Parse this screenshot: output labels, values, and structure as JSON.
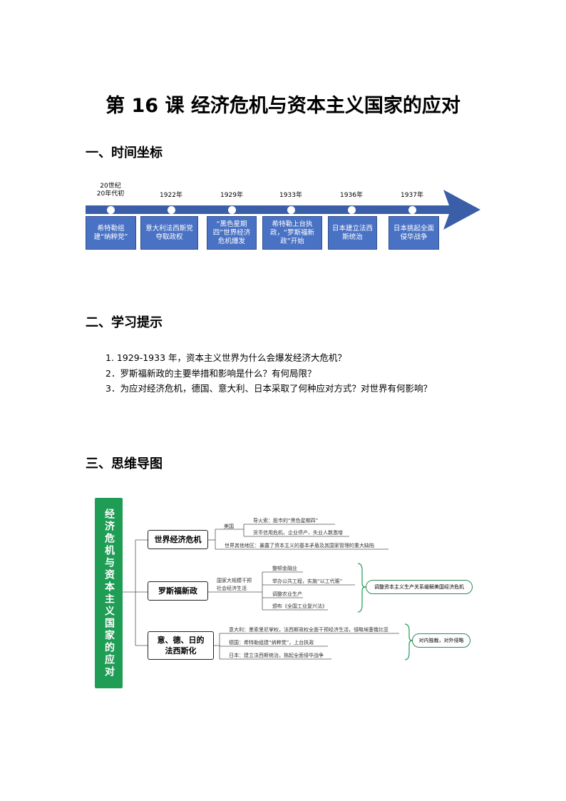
{
  "title": "第 16 课  经济危机与资本主义国家的应对",
  "sections": {
    "s1": "一、时间坐标",
    "s2": "二、学习提示",
    "s3": "三、思维导图"
  },
  "timeline": [
    {
      "year": "20世纪",
      "year2": "20年代初",
      "event": "希特勒组建“纳粹党”"
    },
    {
      "year": "1922年",
      "event": "意大利法西斯党夺取政权"
    },
    {
      "year": "1929年",
      "event": "“黑色星期四”世界经济危机爆发"
    },
    {
      "year": "1933年",
      "event": "希特勒上台执政，“罗斯福新政”开始"
    },
    {
      "year": "1936年",
      "event": "日本建立法西斯统治"
    },
    {
      "year": "1937年",
      "event": "日本挑起全面侵华战争"
    }
  ],
  "questions": [
    "1. 1929-1933 年，资本主义世界为什么会爆发经济大危机？",
    "2．罗斯福新政的主要举措和影响是什么？有何局限？",
    "3．为应对经济危机，德国、意大利、日本采取了何种应对方式？对世界有何影响？"
  ],
  "mindmap": {
    "root": "经济危机与资本主义国家的应对",
    "b1": {
      "label": "世界经济危机",
      "sub": "美国",
      "i1": "导火索：股市的“黑色星期四”",
      "i2": "货币信用危机、企业停产、失业人数激增",
      "i3": "世界其他地区：暴露了资本主义的基本矛盾及其国家管理的重大缺陷"
    },
    "b2": {
      "label": "罗斯福新政",
      "sub1": "国家大规模干预",
      "sub2": "社会经济生活",
      "i1": "整顿金融业",
      "i2": "举办公共工程，实施“以工代赈”",
      "i3": "调整农业生产",
      "i4": "颁布《全国工业复兴法》",
      "summary": "调整资本主义生产关系缓解美国经济危机"
    },
    "b3": {
      "label1": "意、德、日的",
      "label2": "法西斯化",
      "i1": "意大利：墨索里尼掌权，法西斯政权全面干预经济生活，侵略埃塞俄比亚",
      "i2": "德国：希特勒组建“纳粹党”，上台执政",
      "i3": "日本：建立法西斯统治，挑起全面侵华战争",
      "summary": "对内独裁，对外侵略"
    }
  },
  "colors": {
    "timeline": "#4a72c4",
    "green": "#1f9d55"
  }
}
